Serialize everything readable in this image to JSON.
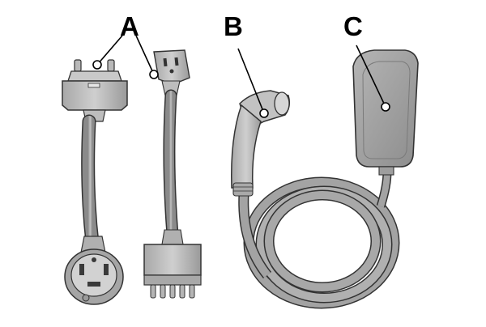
{
  "labels": {
    "a": "A",
    "b": "B",
    "c": "C"
  },
  "colors": {
    "grey_light": "#dcdcdc",
    "grey_mid": "#bdbdbd",
    "grey_dark": "#8a8a8a",
    "cable": "#9a9a9a",
    "outline": "#333333",
    "leader": "#000000",
    "marker_dot": "#ffffff"
  },
  "icons": {
    "adapter_a_left": "nema-14-50-adapter-icon",
    "adapter_a_right": "nema-5-15-adapter-icon",
    "connector_b": "j1772-connector-icon",
    "control_box_c": "charging-control-box-icon"
  }
}
